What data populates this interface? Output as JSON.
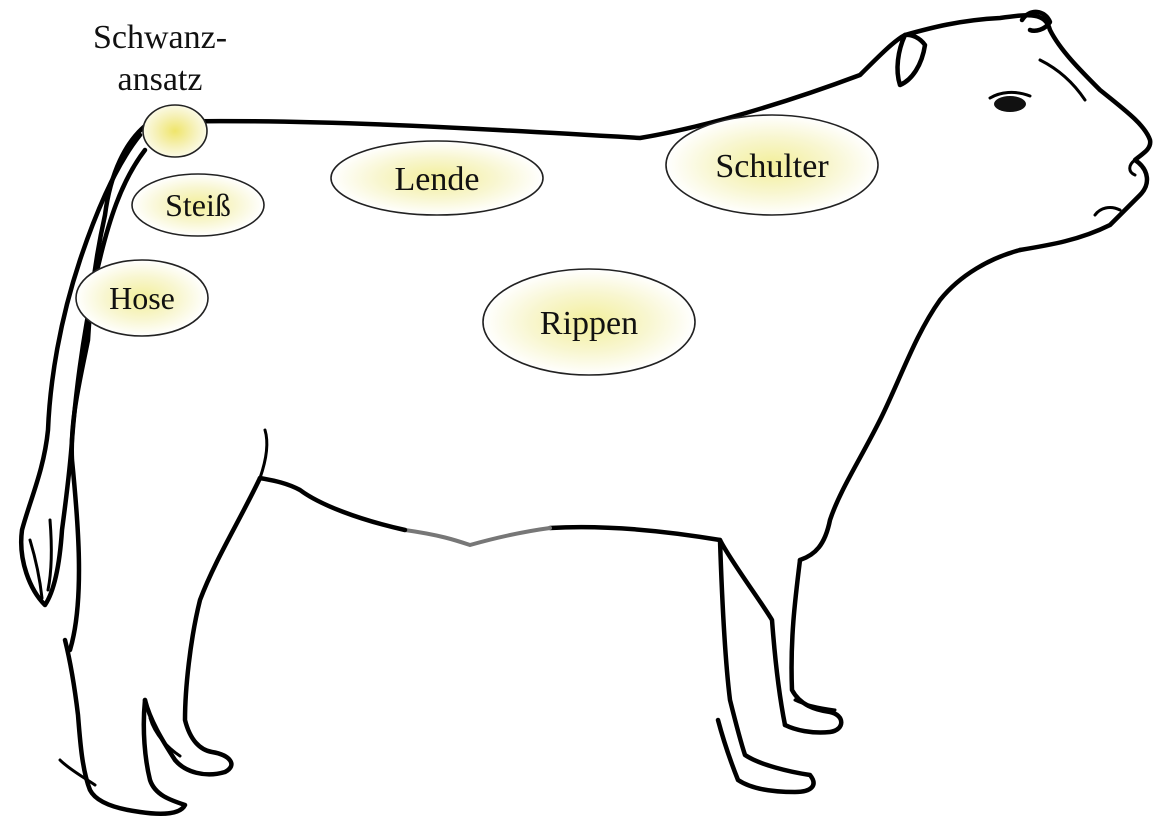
{
  "labels": {
    "tail_top_line1": "Schwanz-",
    "tail_top_line2": "ansatz",
    "steiss": "Steiß",
    "hose": "Hose",
    "lende": "Lende",
    "schulter": "Schulter",
    "rippen": "Rippen"
  },
  "colors": {
    "ellipse_center": "#f3ef9a",
    "ellipse_edge": "#ffffff",
    "outline": "#000000"
  }
}
